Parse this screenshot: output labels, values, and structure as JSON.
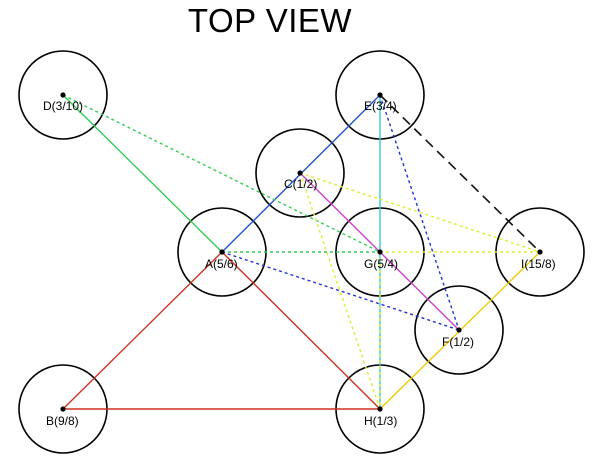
{
  "title": "TOP VIEW",
  "nodes": [
    {
      "id": "D",
      "label": "D(3/10)"
    },
    {
      "id": "E",
      "label": "E(3/4)"
    },
    {
      "id": "C",
      "label": "C(1/2)"
    },
    {
      "id": "A",
      "label": "A(5/6)"
    },
    {
      "id": "G",
      "label": "G(5/4)"
    },
    {
      "id": "I",
      "label": "I(15/8)"
    },
    {
      "id": "F",
      "label": "F(1/2)"
    },
    {
      "id": "B",
      "label": "B(9/8)"
    },
    {
      "id": "H",
      "label": "H(1/3)"
    }
  ],
  "edges": [
    {
      "from": "D",
      "to": "A",
      "color": "#33cc55",
      "style": "solid"
    },
    {
      "from": "A",
      "to": "E",
      "color": "#2255cc",
      "style": "solid"
    },
    {
      "from": "E",
      "to": "H",
      "color": "#33cccc",
      "style": "solid"
    },
    {
      "from": "C",
      "to": "F",
      "color": "#cc44cc",
      "style": "solid"
    },
    {
      "from": "A",
      "to": "B",
      "color": "#cc3322",
      "style": "solid"
    },
    {
      "from": "A",
      "to": "H",
      "color": "#cc3322",
      "style": "solid"
    },
    {
      "from": "B",
      "to": "H",
      "color": "#cc3322",
      "style": "solid"
    },
    {
      "from": "H",
      "to": "I",
      "color": "#eecc00",
      "style": "solid"
    },
    {
      "from": "E",
      "to": "I",
      "color": "#111111",
      "style": "dashed"
    },
    {
      "from": "D",
      "to": "G",
      "color": "#33cc55",
      "style": "dotted"
    },
    {
      "from": "A",
      "to": "G",
      "color": "#33cc55",
      "style": "dotted"
    },
    {
      "from": "A",
      "to": "F",
      "color": "#2233cc",
      "style": "dotted"
    },
    {
      "from": "E",
      "to": "F",
      "color": "#2233cc",
      "style": "dotted"
    },
    {
      "from": "C",
      "to": "I",
      "color": "#ddee33",
      "style": "dotted"
    },
    {
      "from": "C",
      "to": "H",
      "color": "#ddee33",
      "style": "dotted"
    },
    {
      "from": "G",
      "to": "H",
      "color": "#ddee33",
      "style": "dotted"
    },
    {
      "from": "G",
      "to": "I",
      "color": "#ddee33",
      "style": "dotted"
    }
  ]
}
